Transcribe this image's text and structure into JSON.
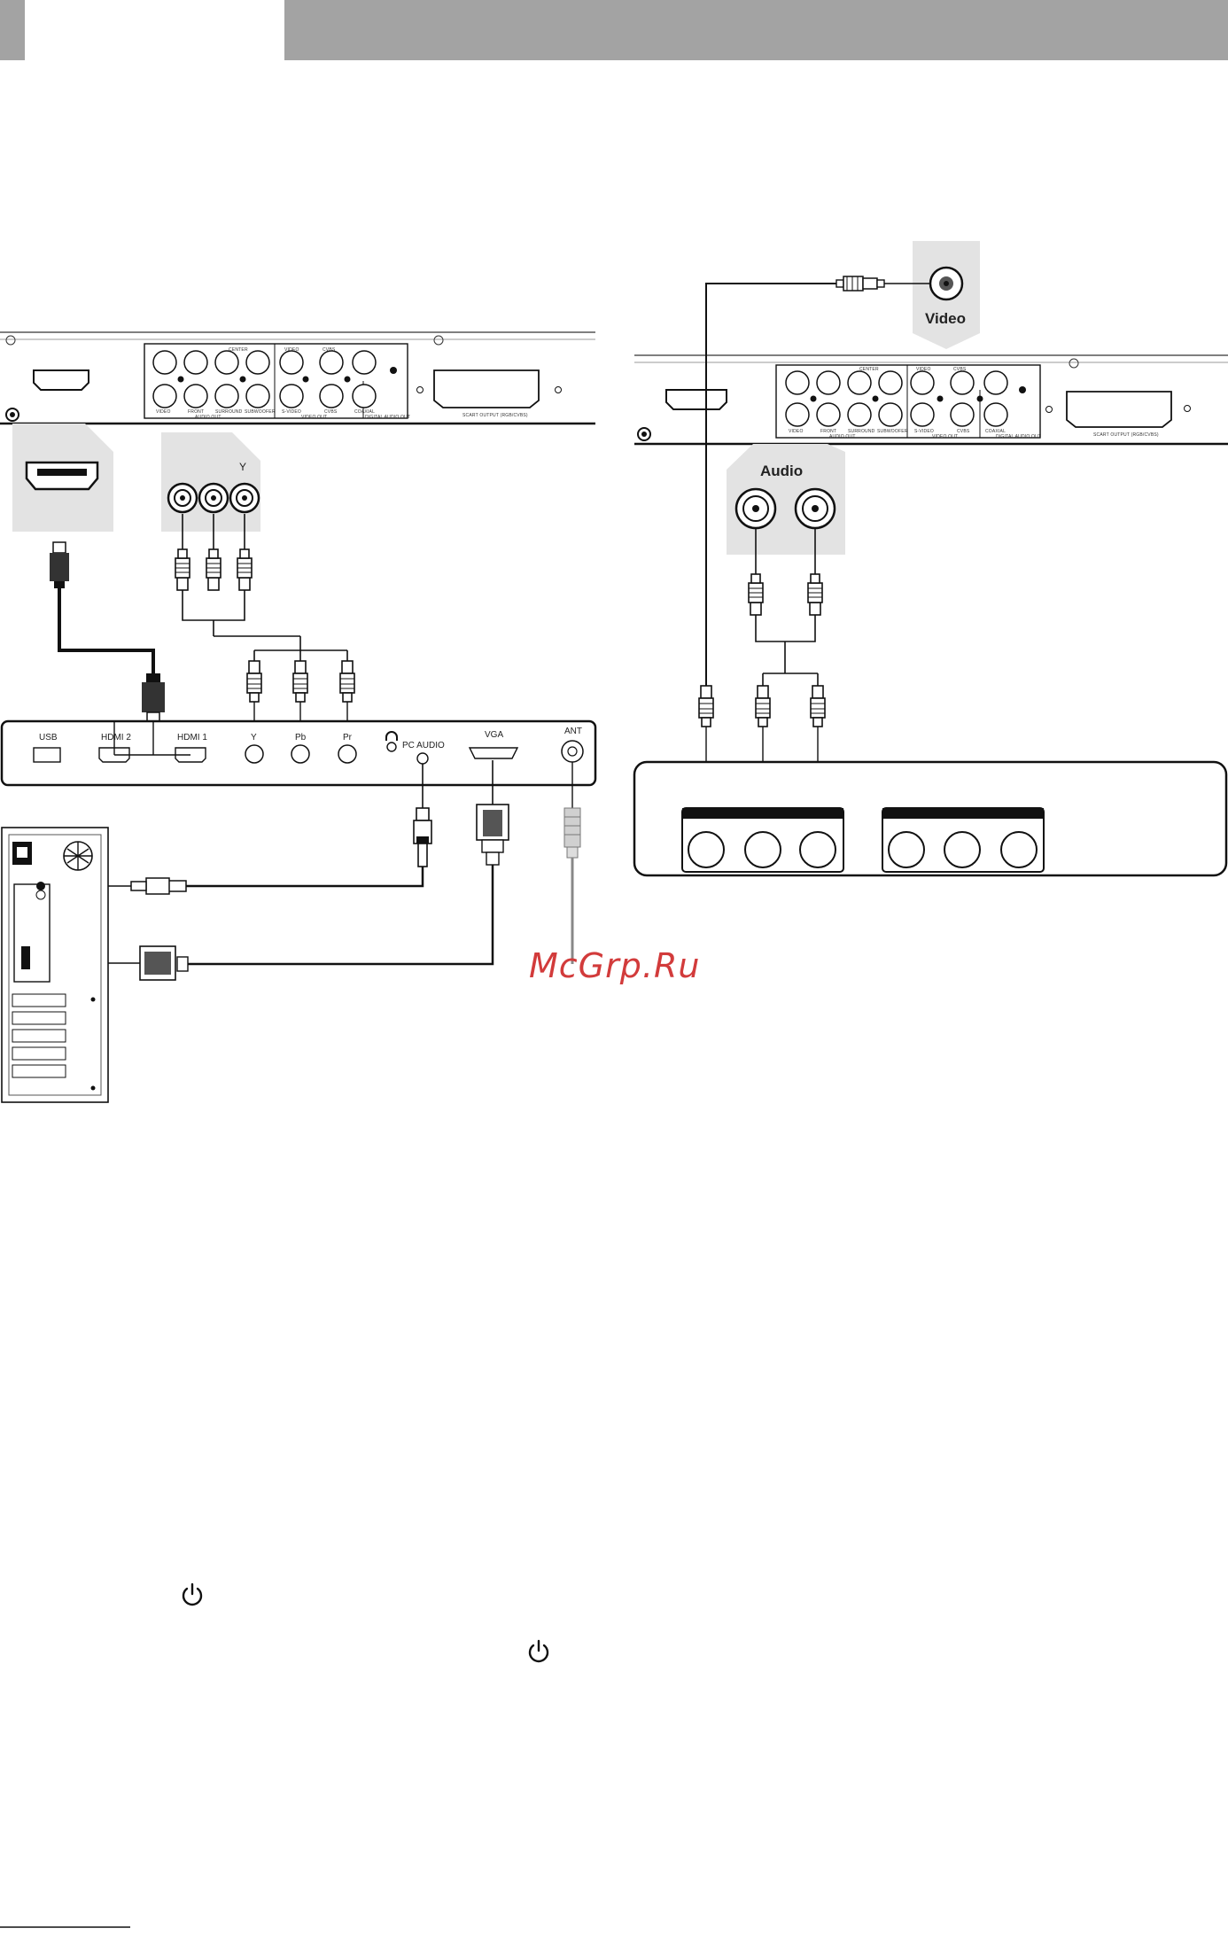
{
  "tv_panel": {
    "usb": "USB",
    "hdmi2": "HDMI 2",
    "hdmi1": "HDMI 1",
    "y": "Y",
    "pb": "Pb",
    "pr": "Pr",
    "pc_audio": "PC AUDIO",
    "vga": "VGA",
    "ant": "ANT"
  },
  "dvd": {
    "audio_out": "AUDIO OUT",
    "video_out": "VIDEO OUT",
    "digital_audio_out": "DIGITAL AUDIO OUT",
    "scart": "SCART OUTPUT (RGB/CVBS)",
    "center": "CENTER",
    "video": "VIDEO",
    "front": "FRONT",
    "surround": "SURROUND",
    "subwoofer": "SUBWOOFER",
    "s_video": "S-VIDEO",
    "cvbs": "CVBS",
    "coaxial": "COAXIAL"
  },
  "callouts": {
    "component_y": "Y",
    "audio": "Audio",
    "video": "Video"
  },
  "watermark": "McGrp.Ru"
}
